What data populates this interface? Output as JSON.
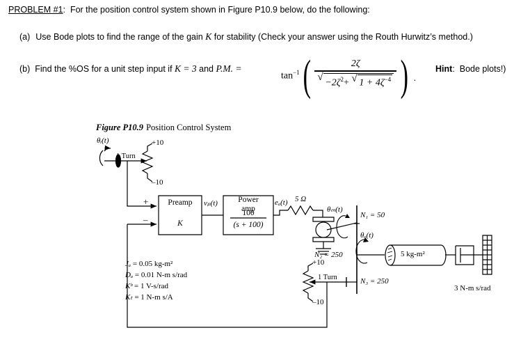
{
  "problem": {
    "label": "PROBLEM #1",
    "colon": ":",
    "intro": "For the position control system shown in Figure P10.9 below, do the following:",
    "part_a": {
      "marker": "(a)",
      "text_before_k": "Use Bode plots to find the range of the gain",
      "k_symbol": "K",
      "text_after_k": "for stability (Check your answer using the Routh Hurwitz’s method.)"
    },
    "part_b": {
      "marker": "(b)",
      "text_before": "Find the %OS for a unit step input if",
      "k_equals": "K = 3",
      "and": "and",
      "pm_label": "P.M. =",
      "arctan": "tan",
      "arctan_exp": "−1",
      "numerator": "2ζ",
      "denom_first_radicand": "−2ζ",
      "denom_first_exp": "2",
      "denom_plus": "+",
      "denom_second_radicand": "1 + 4ζ",
      "denom_second_exp": "−4",
      "period": ".",
      "hint_label": "Hint",
      "hint_colon": ":",
      "hint_text": "Bode plots!)"
    }
  },
  "figure": {
    "caption_prefix": "Figure P10.9",
    "caption_text": "Position Control System",
    "input_pot": {
      "theta_label": "θᵢ(t)",
      "turn_label": "1 Turn",
      "plus_supply": "+10",
      "minus_supply": "–10"
    },
    "summing": {
      "plus": "+",
      "minus": "–"
    },
    "preamp": {
      "title": "Preamp",
      "gain": "K",
      "output_label": "vₚ(t)"
    },
    "power_amp": {
      "title_line1": "Power",
      "title_line2": "amp",
      "numerator": "100",
      "denominator": "(s + 100)",
      "output_label": "eₐ(t)"
    },
    "armature": {
      "resistance": "5 Ω",
      "motor_angle": "θₘ(t)"
    },
    "gears": {
      "n1": "N₁ = 50",
      "n2": "N₂ = 250",
      "n3": "N₃ = 250",
      "output_angle": "θₒ(t)"
    },
    "load": {
      "inertia": "5 kg-m²",
      "damping": "3 N-m s/rad"
    },
    "feedback_pot": {
      "turn_label": "1 Turn",
      "plus_supply": "+10",
      "minus_supply": "–10"
    },
    "motor_params": [
      {
        "symbol": "Jₐ",
        "equals": "= 0.05 kg-m²"
      },
      {
        "symbol": "Dₐ",
        "equals": "= 0.01 N-m s/rad"
      },
      {
        "symbol": "Kᵇ",
        "equals": "= 1 V-s/rad"
      },
      {
        "symbol": "Kₜ",
        "equals": "= 1 N-m s/A"
      }
    ]
  },
  "colors": {
    "ink": "#000000",
    "paper": "#ffffff"
  }
}
